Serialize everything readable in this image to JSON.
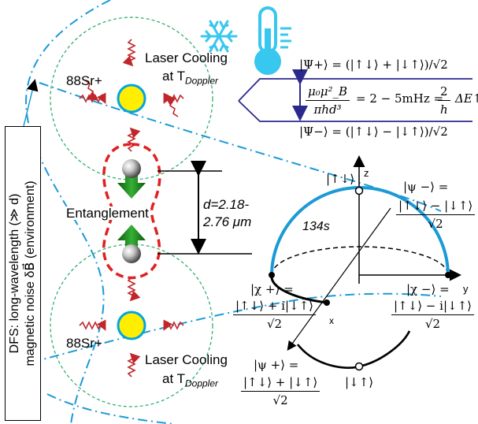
{
  "environment": {
    "label_line1": "DFS: long-wavelength (≫ d)",
    "label_line2": "magnetic noise δB⃗ (environment)"
  },
  "ions": {
    "top_isotope": "88Sr+",
    "bottom_isotope": "88Sr+",
    "top_cooling_line1": "Laser Cooling",
    "top_cooling_line2": "at T",
    "top_cooling_sub": "Doppler",
    "bottom_cooling_line1": "Laser Cooling",
    "bottom_cooling_line2": "at T",
    "bottom_cooling_sub": "Doppler",
    "entanglement": "Entanglement",
    "distance_line1": "d=2.18-",
    "distance_line2": "2.76 μm"
  },
  "energy_levels": {
    "psi_plus": "|Ψ+⟩ = (|↑↓⟩ + |↓↑⟩)/√2",
    "psi_minus": "|Ψ−⟩ = (|↑↓⟩ − |↓↑⟩)/√2",
    "splitting_num": "μ₀μ²_B",
    "splitting_den": "πhd³",
    "splitting_mid": "= 2 − 5mHz =",
    "splitting_frac_num": "2",
    "splitting_frac_den": "h",
    "splitting_tail": "ΔE↑↓"
  },
  "bloch_sphere": {
    "axis_z": "z",
    "axis_y": "y",
    "axis_x": "x",
    "north_state": "|↑↓⟩",
    "south_state": "|↓↑⟩",
    "time_label": "134s",
    "psi_minus_label": "|ψ −⟩ =",
    "psi_minus_num": "|↑↓⟩ − |↓↑⟩",
    "psi_minus_den": "√2",
    "chi_plus_label": "|χ +⟩ =",
    "chi_plus_num": "|↑↓⟩ + i|↓↑⟩",
    "chi_plus_den": "√2",
    "chi_minus_label": "|χ −⟩ =",
    "chi_minus_num": "|↑↓⟩ − i|↓↑⟩",
    "chi_minus_den": "√2",
    "psi_plus_label": "|ψ +⟩ =",
    "psi_plus_num": "|↑↓⟩ + |↓↑⟩",
    "psi_plus_den": "√2"
  },
  "colors": {
    "ion_fill": "#ffee00",
    "ion_ring": "#00a6e0",
    "trap_circle": "#22aa66",
    "dashed_blue": "#1b9ad6",
    "ellipse_red": "#e02020",
    "spin_green": "#1e8c1e",
    "laser_red": "#c0262a",
    "level_line": "#2a2a8c",
    "bloch_arc": "#1b9ad6",
    "snowflake": "#37c7ef"
  }
}
